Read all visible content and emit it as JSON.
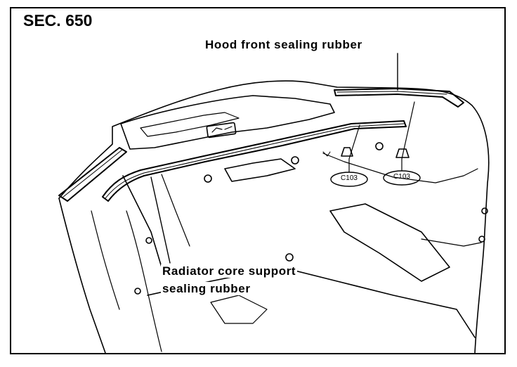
{
  "section": "SEC. 650",
  "labels": {
    "hood_front_sealing_rubber": "Hood front sealing rubber",
    "radiator_core_support_line1": "Radiator core support",
    "radiator_core_support_line2": "sealing rubber"
  },
  "clips": [
    {
      "code": "C103"
    },
    {
      "code": "C103"
    }
  ],
  "colors": {
    "ink": "#000000",
    "paper": "#ffffff"
  }
}
